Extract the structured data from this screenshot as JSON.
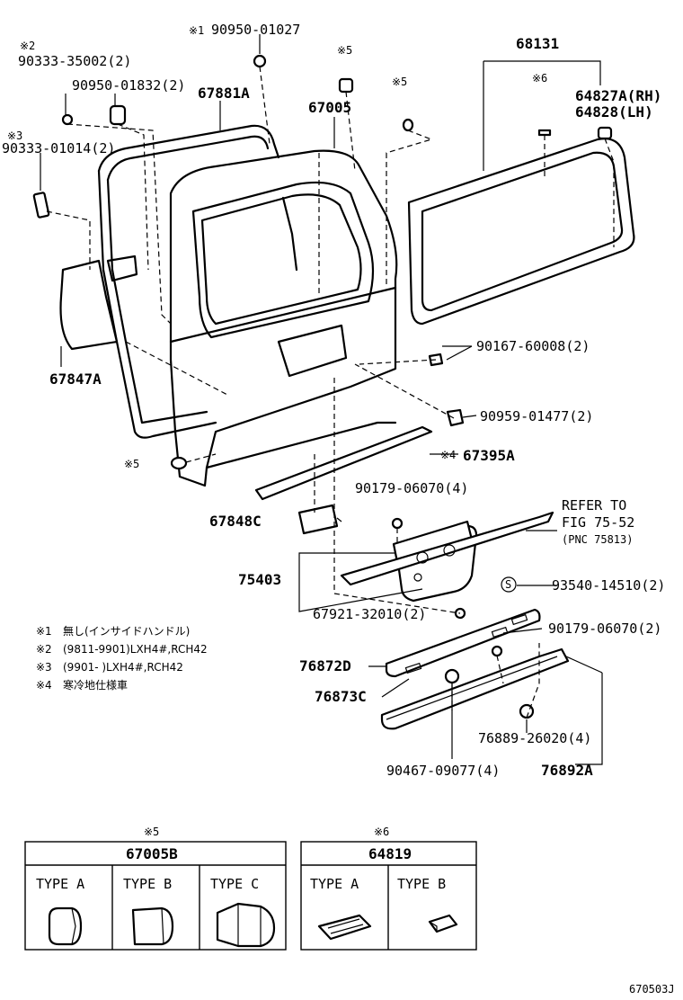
{
  "callouts": {
    "c_90950_01027": "90950-01027",
    "c_90333_35002": "90333-35002(2)",
    "c_90950_01832": "90950-01832(2)",
    "c_67881A": "67881A",
    "c_67005": "67005",
    "c_68131": "68131",
    "c_64827A": "64827A(RH)",
    "c_64828": "64828(LH)",
    "c_90333_01014": "90333-01014(2)",
    "c_67847A": "67847A",
    "c_90167_60008": "90167-60008(2)",
    "c_90959_01477": "90959-01477(2)",
    "c_67395A": "67395A",
    "c_90179_06070a": "90179-06070(4)",
    "c_refer1": "REFER TO",
    "c_refer2": "FIG 75-52",
    "c_refer3": "(PNC 75813)",
    "c_67848C": "67848C",
    "c_75403": "75403",
    "c_93540_14510": "93540-14510(2)",
    "c_67921_32010": "67921-32010(2)",
    "c_90179_06070b": "90179-06070(2)",
    "c_76872D": "76872D",
    "c_76873C": "76873C",
    "c_76889_26020": "76889-26020(4)",
    "c_90467_09077": "90467-09077(4)",
    "c_76892A": "76892A"
  },
  "marks": {
    "m1": "※1",
    "m2": "※2",
    "m3": "※3",
    "m4": "※4",
    "m5": "※5",
    "m6": "※6",
    "s": "S"
  },
  "notes": [
    {
      "mark": "※1",
      "text": "無し(インサイドハンドル)"
    },
    {
      "mark": "※2",
      "text": "(9811-9901)LXH4#,RCH42"
    },
    {
      "mark": "※3",
      "text": "(9901-        )LXH4#,RCH42"
    },
    {
      "mark": "※4",
      "text": "寒冷地仕様車"
    }
  ],
  "table_left": {
    "mark": "※5",
    "part": "67005B",
    "types": [
      "TYPE A",
      "TYPE B",
      "TYPE C"
    ]
  },
  "table_right": {
    "mark": "※6",
    "part": "64819",
    "types": [
      "TYPE A",
      "TYPE B"
    ]
  },
  "figure_code": "670503J"
}
